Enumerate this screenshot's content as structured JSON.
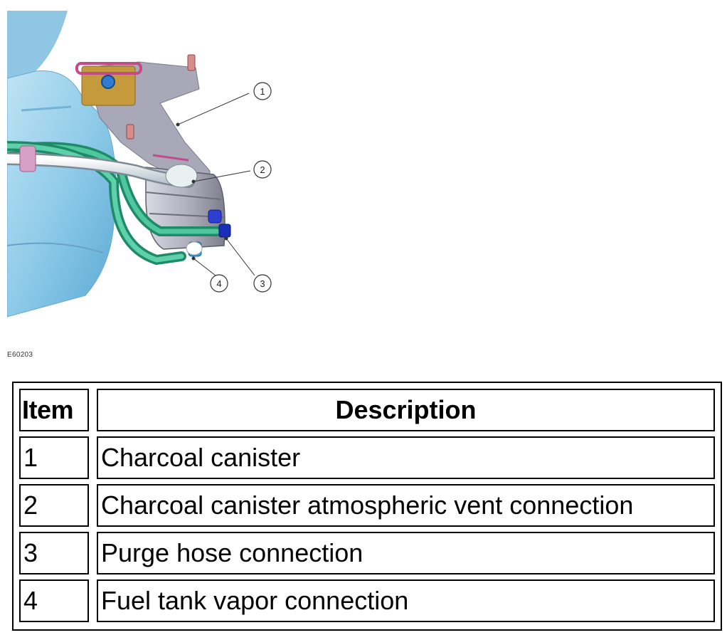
{
  "figure": {
    "code": "E60203",
    "callouts": [
      "1",
      "2",
      "3",
      "4"
    ]
  },
  "table": {
    "headers": {
      "item": "Item",
      "description": "Description"
    },
    "rows": [
      {
        "item": "1",
        "description": "Charcoal canister"
      },
      {
        "item": "2",
        "description": "Charcoal canister atmospheric vent connection"
      },
      {
        "item": "3",
        "description": "Purge hose connection"
      },
      {
        "item": "4",
        "description": "Fuel tank vapor connection"
      }
    ]
  }
}
